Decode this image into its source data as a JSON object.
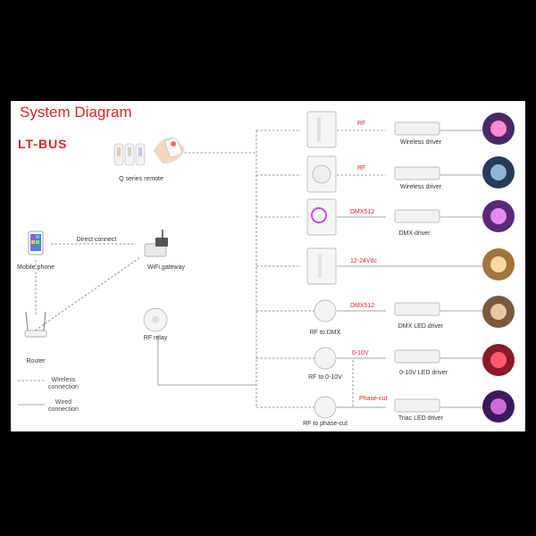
{
  "title": "System Diagram",
  "logo": "LT-BUS",
  "remote_label": "Q series remote",
  "mobile_label": "Mobile phone",
  "direct_connect": "Direct connect",
  "gateway_label": "WiFi gateway",
  "relay_label": "RF relay",
  "router_label": "Router",
  "legend": {
    "wireless_line1": "Wireless",
    "wireless_line2": "connection",
    "wired_line1": "Wired",
    "wired_line2": "connection"
  },
  "rows": [
    {
      "signal": "RF",
      "driver": "Wireless driver",
      "device": ""
    },
    {
      "signal": "RF",
      "driver": "Wireless driver",
      "device": ""
    },
    {
      "signal": "DMX512",
      "driver": "DMX driver",
      "device": ""
    },
    {
      "signal": "12-24Vdc",
      "driver": "",
      "device": ""
    },
    {
      "signal": "DMX512",
      "driver": "DMX LED driver",
      "device": "RF to DMX"
    },
    {
      "signal": "0-10V",
      "driver": "0-10V LED driver",
      "device": "RF to 0-10V"
    },
    {
      "signal": "Phase-cut",
      "driver": "Triac LED driver",
      "device": "RF to phase-cut"
    }
  ],
  "colors": {
    "accent": "#d9262b",
    "background": "#ffffff",
    "frame": "#000000"
  }
}
